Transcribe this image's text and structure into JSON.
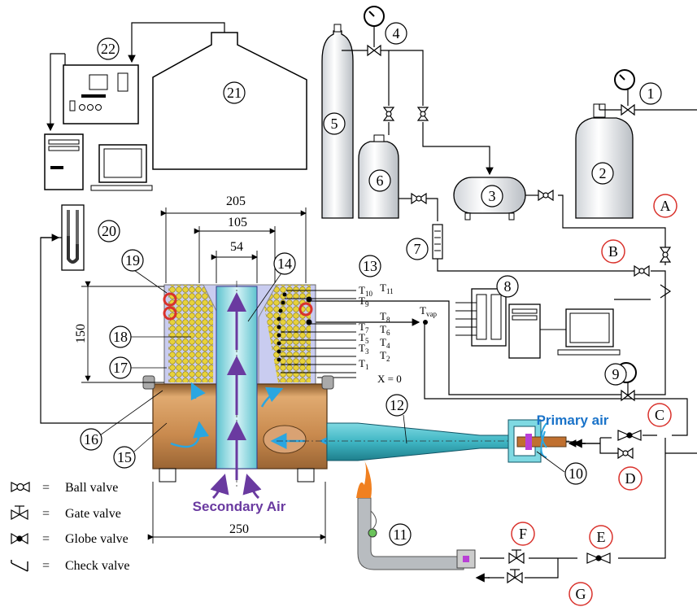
{
  "component_numbers": [
    "1",
    "2",
    "3",
    "4",
    "5",
    "6",
    "7",
    "8",
    "9",
    "10",
    "11",
    "12",
    "13",
    "14",
    "15",
    "16",
    "17",
    "18",
    "19",
    "20",
    "21",
    "22"
  ],
  "valve_letters": [
    "A",
    "B",
    "C",
    "D",
    "E",
    "F",
    "G"
  ],
  "dimensions": {
    "width_top": "205",
    "width_mid": "105",
    "width_inner": "54",
    "height": "150",
    "width_base": "250"
  },
  "thermocouples": {
    "t10": "T",
    "t10_sub": "10",
    "t11": "T",
    "t11_sub": "11",
    "t9": "T",
    "t9_sub": "9",
    "t8": "T",
    "t8_sub": "8",
    "t7": "T",
    "t7_sub": "7",
    "t6": "T",
    "t6_sub": "6",
    "t5": "T",
    "t5_sub": "5",
    "t4": "T",
    "t4_sub": "4",
    "t3": "T",
    "t3_sub": "3",
    "t2": "T",
    "t2_sub": "2",
    "t1": "T",
    "t1_sub": "1",
    "tvap": "T",
    "tvap_sub": "vap",
    "x0": "X = 0"
  },
  "air_labels": {
    "primary": "Primary air",
    "secondary": "Secondary Air"
  },
  "legend": [
    {
      "symbol": "ball-valve",
      "eq": "=",
      "text": "Ball valve"
    },
    {
      "symbol": "gate-valve",
      "eq": "=",
      "text": "Gate valve"
    },
    {
      "symbol": "globe-valve",
      "eq": "=",
      "text": "Globe valve"
    },
    {
      "symbol": "check-valve",
      "eq": "=",
      "text": "Check valve"
    }
  ],
  "colors": {
    "circle_red": "#d9322c",
    "primary_air_blue": "#1a73c9",
    "secondary_air_purple": "#6a3aa0",
    "flow_arrow_cyan": "#2aa6e0",
    "bed_yellow": "#e8d23a",
    "chamber_glass": "#c9ccf0",
    "base_copper": "#c98a4e",
    "duct_teal": "#3fb6c4"
  }
}
